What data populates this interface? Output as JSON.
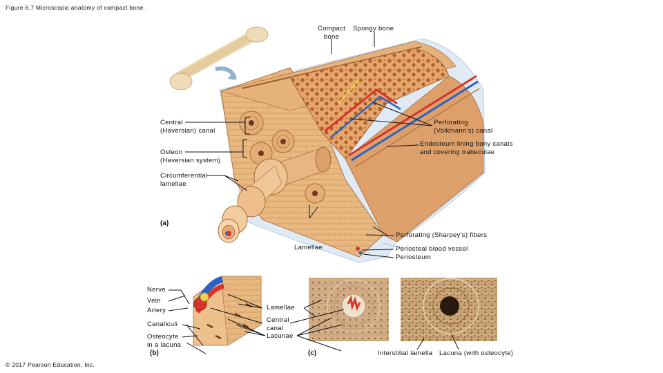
{
  "figure_title": "Figure 6.7 Microscopic anatomy of compact bone.",
  "copyright": "© 2017 Pearson Education, Inc.",
  "panels": {
    "a": "(a)",
    "b": "(b)",
    "c": "(c)"
  },
  "labels": {
    "compact_bone": "Compact\nbone",
    "spongy_bone": "Spongy bone",
    "central_canal": "Central\n(Haversian) canal",
    "osteon": "Osteon\n(Haversian system)",
    "circumferential_lamellae": "Circumferential\nlamellae",
    "perforating_canal": "Perforating\n(Volkmann's) canal",
    "endosteum": "Endosteum lining bony canals\nand covering trabeculae",
    "sharpeys_fibers": "Perforating (Sharpey's) fibers",
    "periosteal_vessel": "Periosteal blood vessel",
    "periosteum": "Periosteum",
    "lamellae_a": "Lamellae",
    "nerve": "Nerve",
    "vein": "Vein",
    "artery": "Artery",
    "canaliculi": "Canaliculi",
    "osteocyte": "Osteocyte\nin a lacuna",
    "lamellae_b": "Lamellae",
    "central_canal_b": "Central\ncanal",
    "lacunae": "Lacunae",
    "interstitial_lamella": "Interstitial lamella",
    "lacuna_osteocyte": "Lacuna (with osteocyte)"
  },
  "colors": {
    "bone_light": "#f0c897",
    "bone_mid": "#dca06a",
    "bone_dark": "#b8743e",
    "periosteum": "#d6e4f0",
    "artery": "#d8342a",
    "vein": "#2a62c4",
    "nerve": "#f2d24a",
    "micrograph_bg": "#caa57f"
  }
}
